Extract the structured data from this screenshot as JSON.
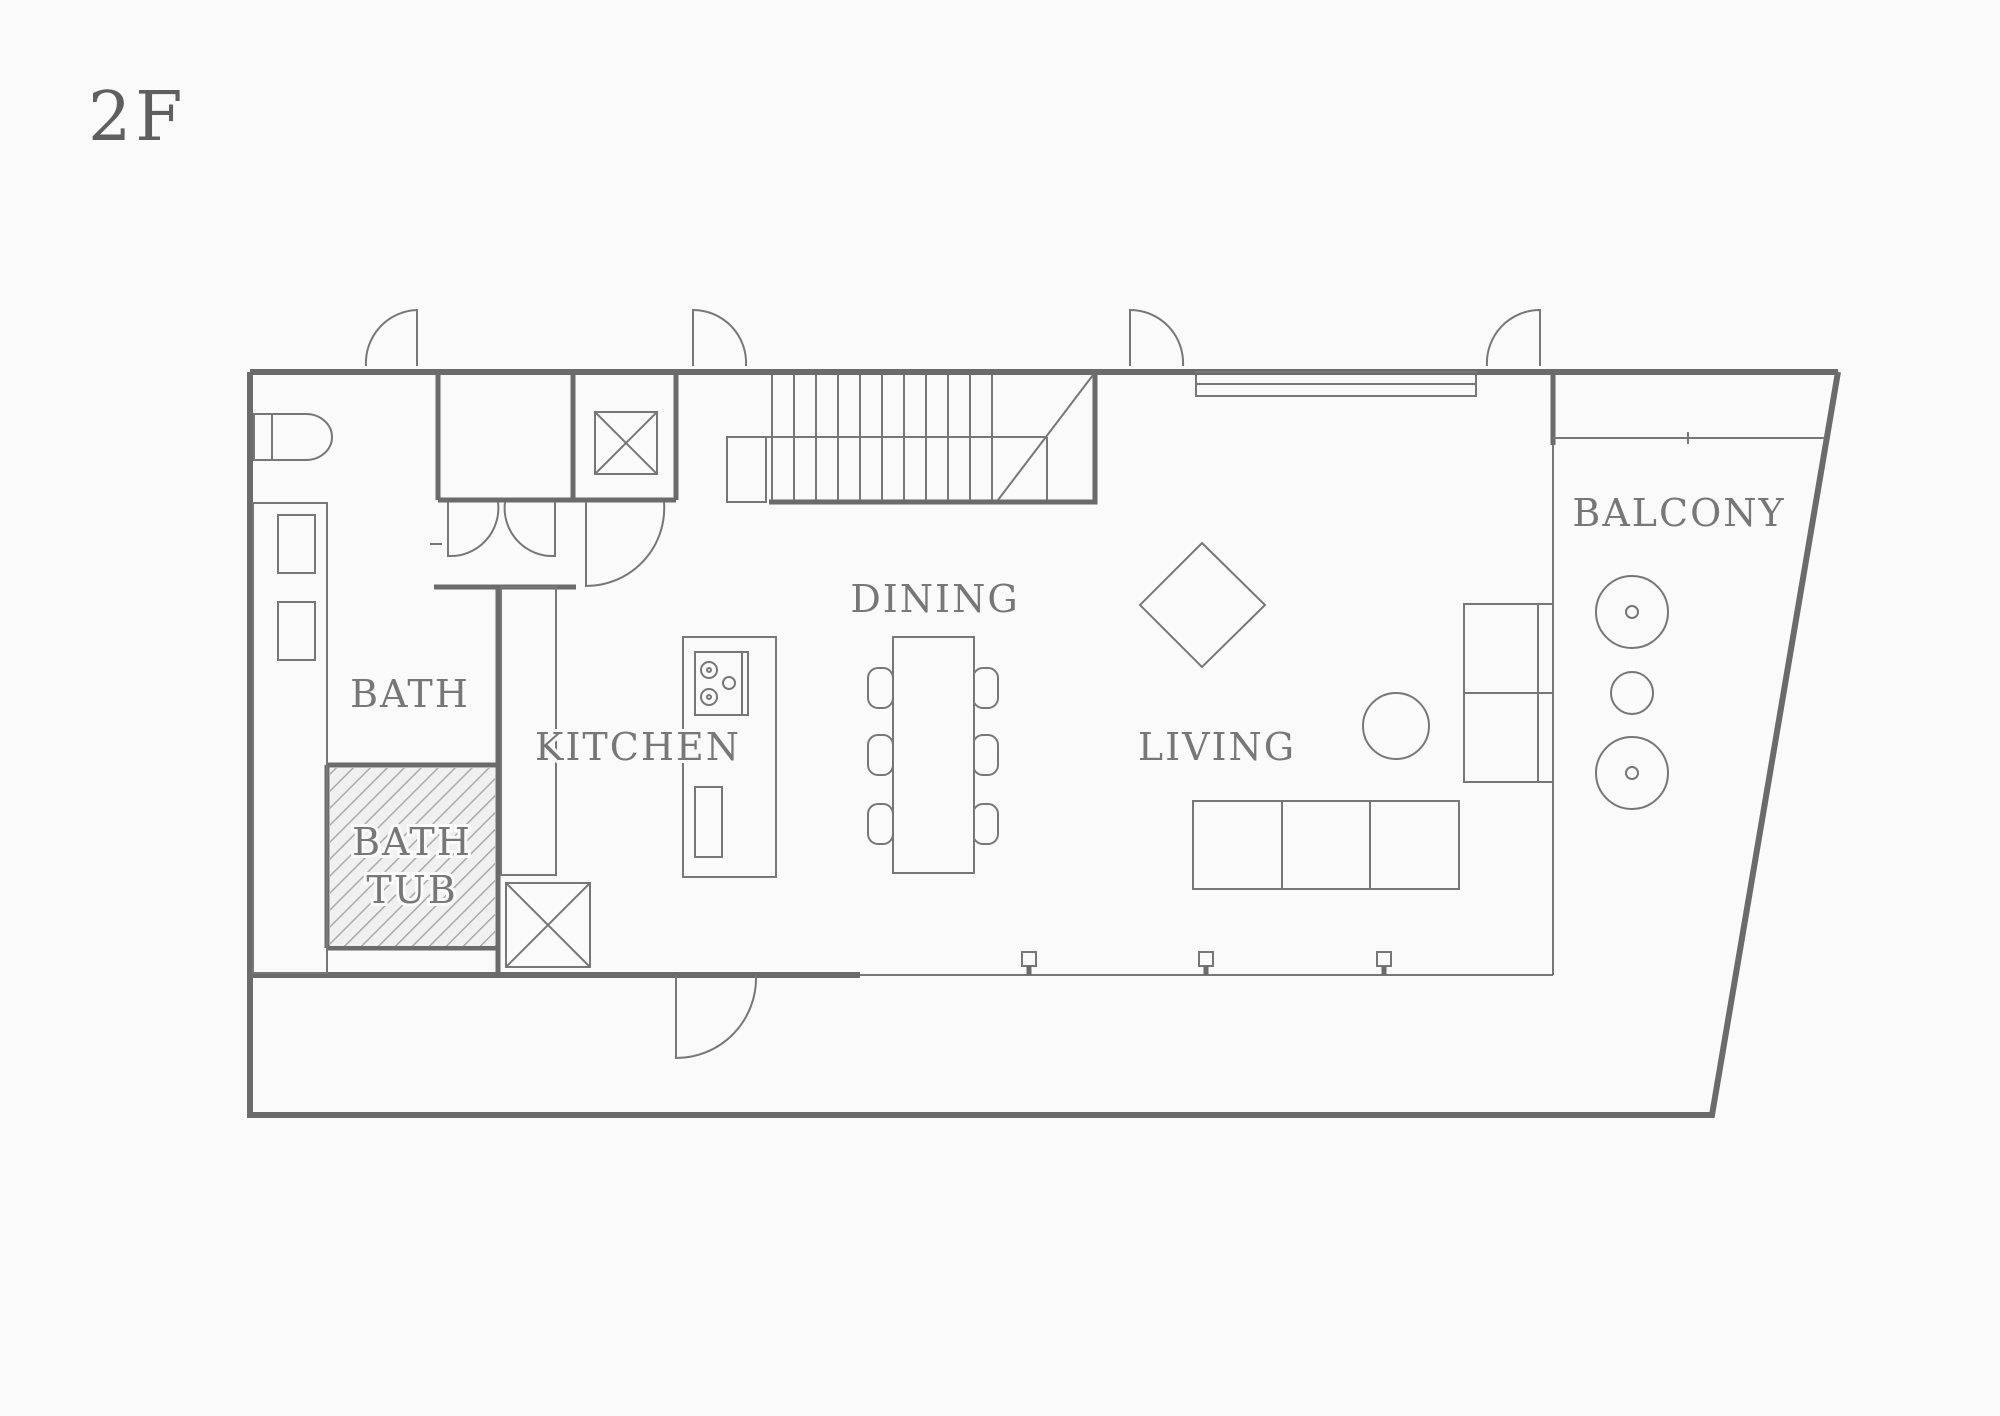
{
  "floor": {
    "title": "2F"
  },
  "rooms": {
    "bath": "BATH",
    "bathtub_line1": "BATH",
    "bathtub_line2": "TUB",
    "kitchen": "KITCHEN",
    "dining": "DINING",
    "living": "LIVING",
    "balcony": "BALCONY"
  },
  "colors": {
    "background": "#fafafa",
    "wall": "#6b6b6b",
    "label": "#777777"
  }
}
